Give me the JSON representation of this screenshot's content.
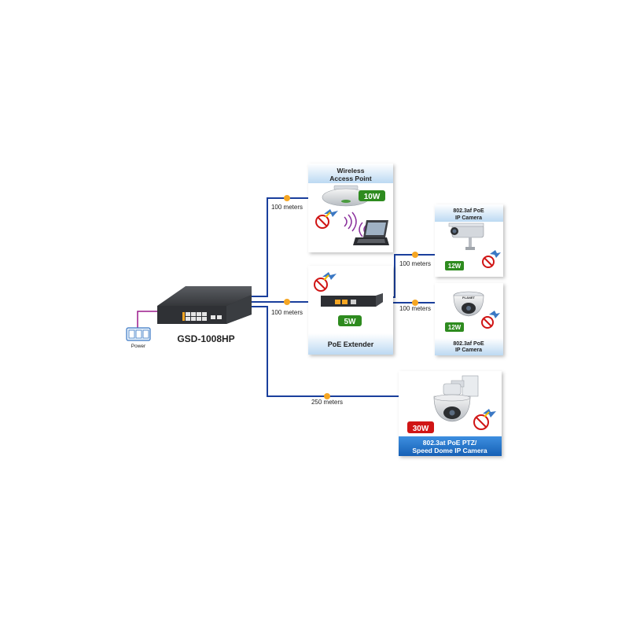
{
  "switch": {
    "model": "GSD-1008HP"
  },
  "power": {
    "label": "Power"
  },
  "links": {
    "ap_distance": "100 meters",
    "extender_in_distance": "100 meters",
    "extender_out_top_distance": "100 meters",
    "extender_out_bottom_distance": "100 meters",
    "ptz_distance": "250 meters"
  },
  "access_point": {
    "title_line1": "Wireless",
    "title_line2": "Access Point",
    "power": "10W"
  },
  "extender": {
    "title": "PoE Extender",
    "power": "5W"
  },
  "camera_top": {
    "title_line1": "802.3af PoE",
    "title_line2": "IP Camera",
    "power": "12W"
  },
  "camera_bottom": {
    "title_line1": "802.3af PoE",
    "title_line2": "IP Camera",
    "power": "12W",
    "brand": "PLANET"
  },
  "ptz": {
    "title_line1": "802.3at PoE PTZ/",
    "title_line2": "Speed Dome IP Camera",
    "power": "30W"
  },
  "colors": {
    "link": "#1a3f9c",
    "node_dot": "#f5a623",
    "badge_green": "#2e8b1f",
    "badge_red": "#d01515",
    "title_blue": "#1f6fc4",
    "card_head": "#cfe4f6",
    "power_magenta": "#9c1a8c"
  }
}
